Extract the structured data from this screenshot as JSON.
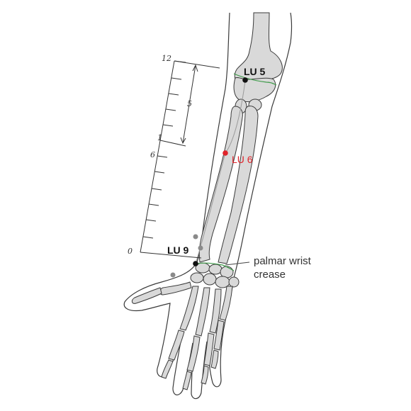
{
  "points": {
    "lu5": {
      "label": "LU 5",
      "color": "#111111"
    },
    "lu6": {
      "label": "LU 6",
      "color": "#e0242b"
    },
    "lu9": {
      "label": "LU 9",
      "color": "#111111"
    }
  },
  "annotation": {
    "line1": "palmar wrist",
    "line2": "crease"
  },
  "scale": {
    "top": "12",
    "mid_ruler": "6",
    "bottom": "0",
    "bracket_upper": "5",
    "bracket_lower": "1"
  },
  "colors": {
    "bone_fill": "#d9d9d9",
    "outline": "#3a3a3a",
    "crease": "#3f9a4a",
    "grey_point": "#8a8a8a"
  }
}
